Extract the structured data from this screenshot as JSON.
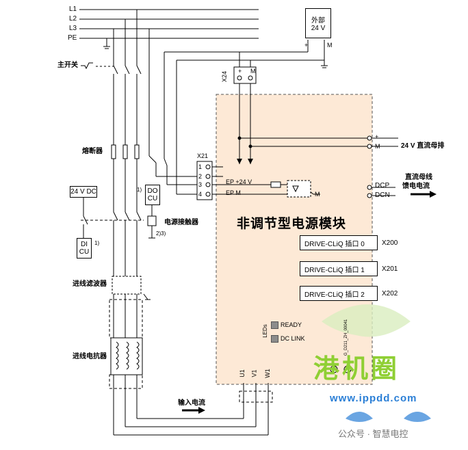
{
  "colors": {
    "module_fill": "#fde9d6",
    "module_border": "#555555",
    "wire": "#000000",
    "watermark_green": "#8fcf34",
    "watermark_blue": "#2b7fd6"
  },
  "supply": {
    "lines": [
      "L1",
      "L2",
      "L3",
      "PE"
    ],
    "main_switch": "主开关",
    "fuses": "熔断器",
    "dc24": "24 V DC",
    "do_cu": [
      "DO",
      "CU"
    ],
    "di_cu": [
      "DI",
      "CU"
    ],
    "note1": "1)",
    "note1b": "1)",
    "contactor": "电源接触器",
    "contactor_note": "2)3)",
    "line_filter": "进线滤波器",
    "line_reactor": "进线电抗器",
    "input_current": "输入电流"
  },
  "external": {
    "label_line1": "外部",
    "label_line2": "24 V",
    "plus": "+",
    "minus": "M"
  },
  "x24": {
    "name": "X24",
    "plus": "+",
    "minus": "M"
  },
  "x21": {
    "name": "X21",
    "pins": [
      "1",
      "2",
      "3",
      "4"
    ],
    "ep24": "EP +24 V",
    "epm": "EP M",
    "m": "M"
  },
  "module": {
    "title": "非调节型电源模块",
    "bus_plus": "+",
    "bus_minus": "M",
    "bus_label": "24 V 直流母排",
    "dcp": "DCP",
    "dcn": "DCN",
    "dc_link_line1": "直流母线",
    "dc_link_line2": "馈电电流",
    "drive_cliq": [
      {
        "label": "DRIVE-CLiQ 插口 0",
        "port": "X200"
      },
      {
        "label": "DRIVE-CLiQ 插口 1",
        "port": "X201"
      },
      {
        "label": "DRIVE-CLiQ 插口 2",
        "port": "X202"
      }
    ],
    "leds_label": "LEDs",
    "leds": [
      "READY",
      "DC LINK"
    ],
    "terminals": [
      "U1",
      "V1",
      "W1"
    ],
    "serial": "G_D211_ZH_00041"
  },
  "watermark": {
    "brand": "港机圈",
    "url": "www.ippdd.com",
    "wechat": "公众号 · 智慧电控"
  }
}
